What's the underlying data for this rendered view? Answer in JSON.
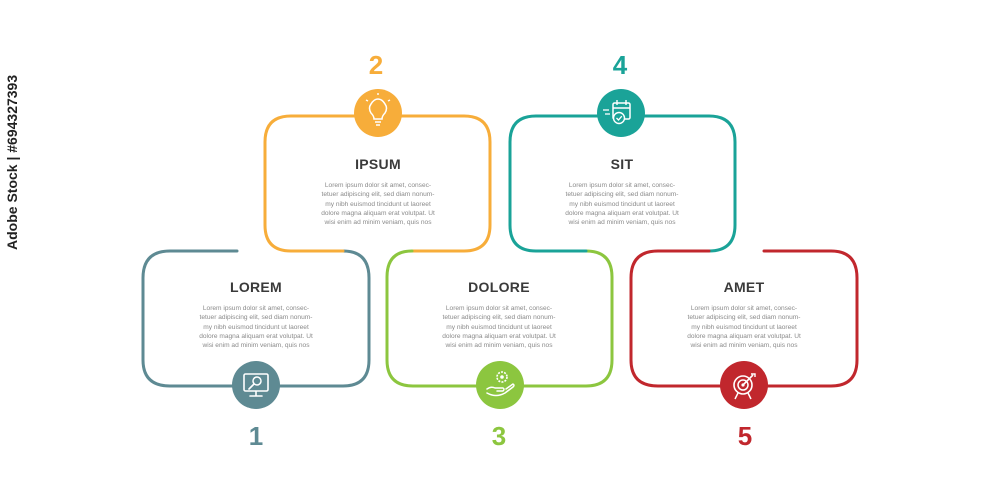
{
  "steps": [
    {
      "number": "1",
      "title": "LOREM",
      "color": "#5e8a93",
      "icon": "monitor-search-icon",
      "text": [
        "Lorem ipsum dolor sit amet, consec-",
        "tetuer adipiscing elit, sed diam nonum-",
        "my nibh euismod tincidunt ut laoreet",
        "dolore magna aliquam erat volutpat. Ut",
        "wisi enim ad minim veniam, quis nos"
      ]
    },
    {
      "number": "2",
      "title": "IPSUM",
      "color": "#f7ad3a",
      "icon": "lightbulb-icon",
      "text": [
        "Lorem ipsum dolor sit amet, consec-",
        "tetuer adipiscing elit, sed diam nonum-",
        "my nibh euismod tincidunt ut laoreet",
        "dolore magna aliquam erat volutpat. Ut",
        "wisi enim ad minim veniam, quis nos"
      ]
    },
    {
      "number": "3",
      "title": "DOLORE",
      "color": "#8cc63f",
      "icon": "hand-gear-icon",
      "text": [
        "Lorem ipsum dolor sit amet, consec-",
        "tetuer adipiscing elit, sed diam nonum-",
        "my nibh euismod tincidunt ut laoreet",
        "dolore magna aliquam erat volutpat. Ut",
        "wisi enim ad minim veniam, quis nos"
      ]
    },
    {
      "number": "4",
      "title": "SIT",
      "color": "#1aa398",
      "icon": "fast-calendar-icon",
      "text": [
        "Lorem ipsum dolor sit amet, consec-",
        "tetuer adipiscing elit, sed diam nonum-",
        "my nibh euismod tincidunt ut laoreet",
        "dolore magna aliquam erat volutpat. Ut",
        "wisi enim ad minim veniam, quis nos"
      ]
    },
    {
      "number": "5",
      "title": "AMET",
      "color": "#c1272d",
      "icon": "target-icon",
      "text": [
        "Lorem ipsum dolor sit amet, consec-",
        "tetuer adipiscing elit, sed diam nonum-",
        "my nibh euismod tincidunt ut laoreet",
        "dolore magna aliquam erat volutpat. Ut",
        "wisi enim ad minim veniam, quis nos"
      ]
    }
  ],
  "watermark": "Adobe Stock | #694327393"
}
